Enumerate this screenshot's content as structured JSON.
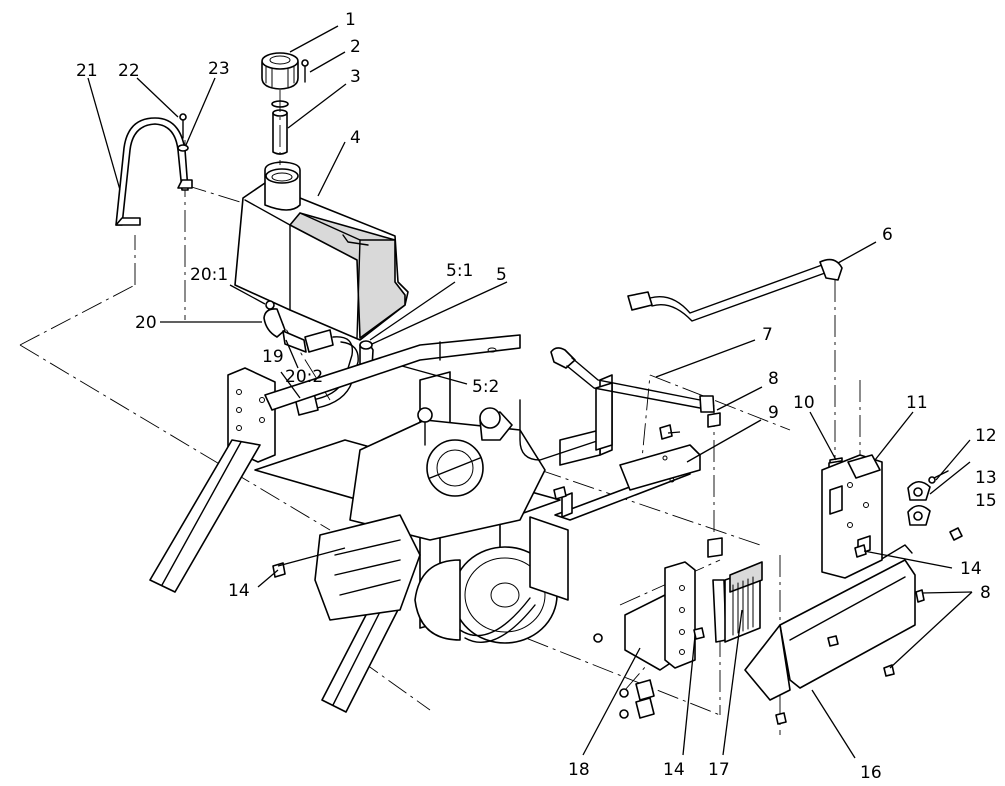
{
  "callouts": {
    "c1": "1",
    "c2": "2",
    "c3": "3",
    "c4": "4",
    "c5": "5",
    "c5_1": "5:1",
    "c5_2": "5:2",
    "c6": "6",
    "c7": "7",
    "c8_top": "8",
    "c8_right": "8",
    "c9": "9",
    "c10": "10",
    "c11": "11",
    "c12": "12",
    "c13": "13",
    "c14_left": "14",
    "c14_right": "14",
    "c14_bottom": "14",
    "c15": "15",
    "c16": "16",
    "c17": "17",
    "c18": "18",
    "c19": "19",
    "c20": "20",
    "c20_1": "20:1",
    "c20_2": "20:2",
    "c21": "21",
    "c22": "22",
    "c23": "23"
  }
}
